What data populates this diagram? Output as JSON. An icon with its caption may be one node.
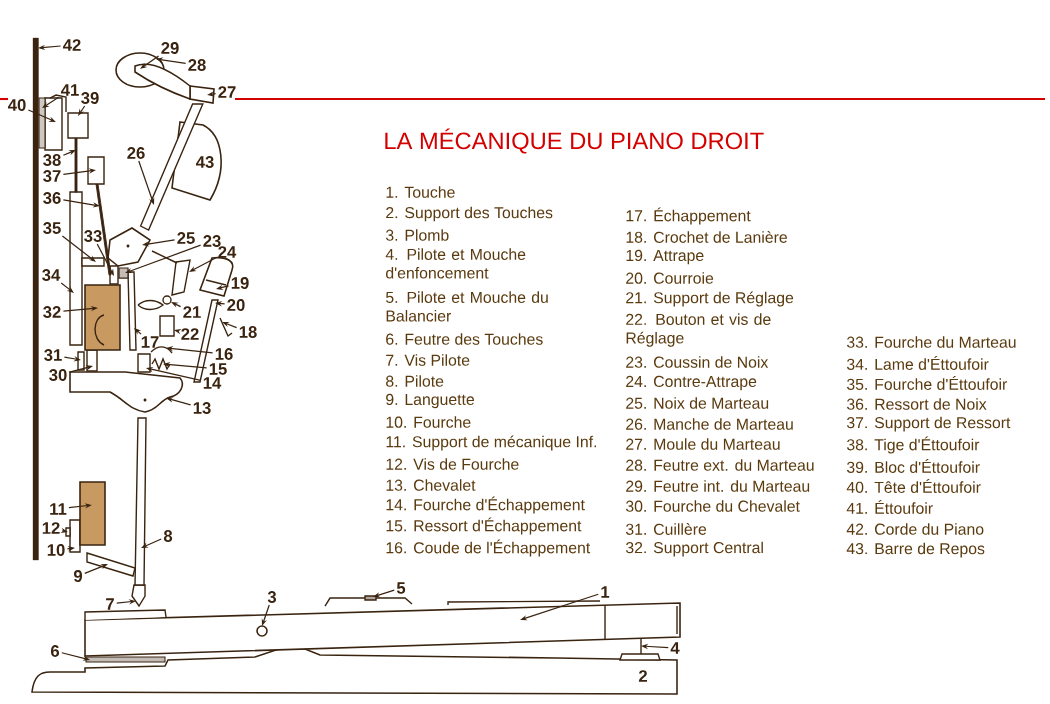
{
  "diagram": {
    "title": "LA MÉCANIQUE DU PIANO DROIT",
    "nodes": [
      {
        "text": [
          "1"
        ]
      },
      {
        "text": [
          "3"
        ]
      },
      {
        "text": [
          "4"
        ]
      },
      {
        "text": [
          "5"
        ]
      },
      {
        "text": [
          "6"
        ]
      },
      {
        "text": [
          "7"
        ]
      },
      {
        "text": [
          "8"
        ]
      },
      {
        "text": [
          "9"
        ]
      },
      {
        "text": [
          "10"
        ]
      },
      {
        "text": [
          "11"
        ]
      },
      {
        "text": [
          "12"
        ]
      },
      {
        "text": [
          "13"
        ]
      },
      {
        "text": [
          "14"
        ]
      },
      {
        "text": [
          "15"
        ]
      },
      {
        "text": [
          "16"
        ]
      },
      {
        "text": [
          "17"
        ]
      },
      {
        "text": [
          "18"
        ]
      },
      {
        "text": [
          "19"
        ]
      },
      {
        "text": [
          "20"
        ]
      },
      {
        "text": [
          "21"
        ]
      },
      {
        "text": [
          "22"
        ]
      },
      {
        "text": [
          "23"
        ]
      },
      {
        "text": [
          "24"
        ]
      },
      {
        "text": [
          "25"
        ]
      },
      {
        "text": [
          "26"
        ]
      },
      {
        "text": [
          "27"
        ]
      },
      {
        "text": [
          "28"
        ]
      },
      {
        "text": [
          "29"
        ]
      },
      {
        "text": [
          "30"
        ]
      },
      {
        "text": [
          "31"
        ]
      },
      {
        "text": [
          "32"
        ]
      },
      {
        "text": [
          "33"
        ]
      },
      {
        "text": [
          "34"
        ]
      },
      {
        "text": [
          "35"
        ]
      },
      {
        "text": [
          "36"
        ]
      },
      {
        "text": [
          "37"
        ]
      },
      {
        "text": [
          "38"
        ]
      },
      {
        "text": [
          "39"
        ]
      },
      {
        "text": [
          "40"
        ]
      },
      {
        "text": [
          "41"
        ]
      },
      {
        "text": [
          "42"
        ]
      },
      {
        "text": [
          "43"
        ]
      },
      {
        "text": [
          "2"
        ]
      },
      {
        "text": [],
        "shape": "picture"
      },
      {
        "text": [],
        "shape": "circle",
        "in": 43
      },
      {
        "text": [],
        "shape": "picture"
      },
      {
        "text": [],
        "shape": "box"
      },
      {
        "text": [],
        "shape": "bar"
      },
      {
        "text": [],
        "shape": "bar"
      },
      {
        "text": [],
        "shape": "bar"
      },
      {
        "text": [],
        "shape": "bar"
      },
      {
        "text": [],
        "shape": "box"
      },
      {
        "text": [],
        "shape": "box"
      },
      {
        "text": [],
        "shape": "box"
      },
      {
        "text": [],
        "shape": "picture"
      },
      {
        "text": [],
        "shape": "box"
      },
      {
        "text": [],
        "shape": "picture"
      },
      {
        "text": [],
        "shape": "picture"
      },
      {
        "text": [],
        "shape": "bar"
      },
      {
        "text": [],
        "shape": "picture"
      },
      {
        "text": [],
        "shape": "picture"
      },
      {
        "text": [],
        "shape": "bar"
      },
      {
        "text": [],
        "shape": "picture"
      },
      {
        "text": [],
        "shape": "box"
      },
      {
        "text": [],
        "shape": "box"
      },
      {
        "text": [],
        "shape": "picture"
      },
      {
        "text": [],
        "shape": "picture"
      },
      {
        "text": [],
        "shape": "bar"
      },
      {
        "text": [],
        "shape": "bar"
      },
      {
        "text": [],
        "shape": "circle"
      },
      {
        "text": [],
        "shape": "picture"
      },
      {
        "text": [],
        "shape": "box"
      },
      {
        "text": [],
        "shape": "box"
      },
      {
        "text": [],
        "shape": "picture"
      },
      {
        "text": [],
        "shape": "box"
      },
      {
        "text": [],
        "shape": "bar"
      },
      {
        "text": [],
        "shape": "box"
      },
      {
        "text": [],
        "shape": "bar"
      },
      {
        "text": [],
        "shape": "box"
      },
      {
        "text": [],
        "shape": "bar"
      },
      {
        "text": [],
        "shape": "box"
      },
      {
        "text": [],
        "shape": "picture"
      },
      {
        "text": [],
        "shape": "bar"
      },
      {
        "text": [],
        "shape": "bar"
      }
    ],
    "edges": [
      {
        "from": 0,
        "to": 43,
        "arrow": "to"
      },
      {
        "from": 1,
        "to": 44,
        "arrow": "to"
      },
      {
        "from": 2,
        "to": 45,
        "arrow": "to"
      },
      {
        "from": 3,
        "to": 46,
        "arrow": "to"
      },
      {
        "from": 4,
        "to": 47,
        "arrow": "to"
      },
      {
        "from": 5,
        "to": 48,
        "arrow": "to"
      },
      {
        "from": 6,
        "to": 49,
        "arrow": "to"
      },
      {
        "from": 7,
        "to": 50,
        "arrow": "to"
      },
      {
        "from": 8,
        "to": 51,
        "arrow": "to"
      },
      {
        "from": 9,
        "to": 52,
        "arrow": "to"
      },
      {
        "from": 10,
        "to": 53,
        "arrow": "to"
      },
      {
        "from": 11,
        "to": 54,
        "arrow": "to"
      },
      {
        "from": 12,
        "to": 55,
        "arrow": "to"
      },
      {
        "from": 13,
        "to": 56,
        "arrow": "to"
      },
      {
        "from": 14,
        "to": 57,
        "arrow": "to"
      },
      {
        "from": 15,
        "to": 58,
        "arrow": "to"
      },
      {
        "from": 16,
        "to": 59,
        "arrow": "to"
      },
      {
        "from": 17,
        "to": 60,
        "arrow": "to"
      },
      {
        "from": 18,
        "to": 61,
        "arrow": "to"
      },
      {
        "from": 19,
        "to": 62,
        "arrow": "to"
      },
      {
        "from": 20,
        "to": 63,
        "arrow": "to"
      },
      {
        "from": 21,
        "to": 64,
        "arrow": "to"
      },
      {
        "from": 22,
        "to": 65,
        "arrow": "to"
      },
      {
        "from": 23,
        "to": 66,
        "arrow": "to"
      },
      {
        "from": 24,
        "to": 67,
        "arrow": "to"
      },
      {
        "from": 25,
        "to": 68,
        "arrow": "to"
      },
      {
        "from": 26,
        "to": 69,
        "arrow": "to"
      },
      {
        "from": 27,
        "to": 70,
        "arrow": "to"
      },
      {
        "from": 28,
        "to": 71,
        "arrow": "to"
      },
      {
        "from": 29,
        "to": 72,
        "arrow": "to"
      },
      {
        "from": 30,
        "to": 73,
        "arrow": "to"
      },
      {
        "from": 31,
        "to": 74,
        "arrow": "to"
      },
      {
        "from": 32,
        "to": 75,
        "arrow": "to"
      },
      {
        "from": 33,
        "to": 76,
        "arrow": "to"
      },
      {
        "from": 34,
        "to": 77,
        "arrow": "to"
      },
      {
        "from": 35,
        "to": 78,
        "arrow": "to"
      },
      {
        "from": 36,
        "to": 79,
        "arrow": "to"
      },
      {
        "from": 37,
        "to": 80,
        "arrow": "to"
      },
      {
        "from": 38,
        "to": 81,
        "arrow": "to"
      },
      {
        "from": 39,
        "to": 82,
        "arrow": "to"
      },
      {
        "from": 40,
        "to": 83,
        "arrow": "to"
      }
    ],
    "labels": [
      "1. Touche",
      "2. Support des Touches",
      "3. Plomb",
      "4. Pilote et Mouche d'enfoncement",
      "5. Pilote et Mouche du Balancier",
      "6. Feutre des Touches",
      "7. Vis Pilote",
      "8. Pilote",
      "9. Languette",
      "10. Fourche",
      "11. Support de mécanique Inf.",
      "12. Vis de Fourche",
      "13. Chevalet",
      "14. Fourche d'Échappement",
      "15. Ressort d'Échappement",
      "16. Coude de l'Échappement",
      "17. Échappement",
      "18. Crochet de Lanière",
      "19. Attrape",
      "20. Courroie",
      "21. Support de Réglage",
      "22. Bouton et vis de Réglage",
      "23. Coussin de Noix",
      "24. Contre-Attrape",
      "25. Noix de Marteau",
      "26. Manche de Marteau",
      "27. Moule du Marteau",
      "28. Feutre ext. du Marteau",
      "29. Feutre int. du Marteau",
      "30. Fourche du Chevalet",
      "31. Cuillère",
      "32. Support Central",
      "33. Fourche du Marteau",
      "34. Lame d'Éttoufoir",
      "35. Fourche d'Éttoufoir",
      "36. Ressort de Noix",
      "37. Support de Ressort",
      "38. Tige d'Éttoufoir",
      "39. Bloc d'Éttoufoir",
      "40. Tête d'Éttoufoir",
      "41.  Éttoufoir",
      "42. Corde du Piano",
      "43. Barre de Repos"
    ]
  }
}
